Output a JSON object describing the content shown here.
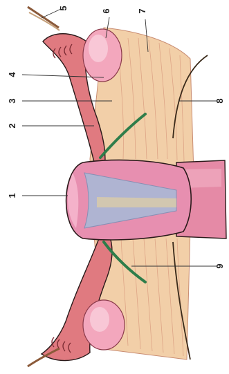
{
  "labels": [
    {
      "id": "1",
      "text": "1"
    },
    {
      "id": "2",
      "text": "2"
    },
    {
      "id": "3",
      "text": "3"
    },
    {
      "id": "4",
      "text": "4"
    },
    {
      "id": "5",
      "text": "5"
    },
    {
      "id": "6",
      "text": "6"
    },
    {
      "id": "7",
      "text": "7"
    },
    {
      "id": "8",
      "text": "8"
    },
    {
      "id": "9",
      "text": "9"
    }
  ],
  "colors": {
    "background": "#ffffff",
    "ligament": "#f2cfa8",
    "ligament_fibers": "#d99a7e",
    "uterus_body": "#e78fb0",
    "uterus_light": "#f6b9cf",
    "cavity": "#a9b9d6",
    "cervix": "#e58aa6",
    "tube": "#d85a6a",
    "ovary": "#f3a7bd",
    "round_ligament": "#2e7d4a",
    "outline": "#2a1a1a",
    "leader_line": "#333333"
  }
}
